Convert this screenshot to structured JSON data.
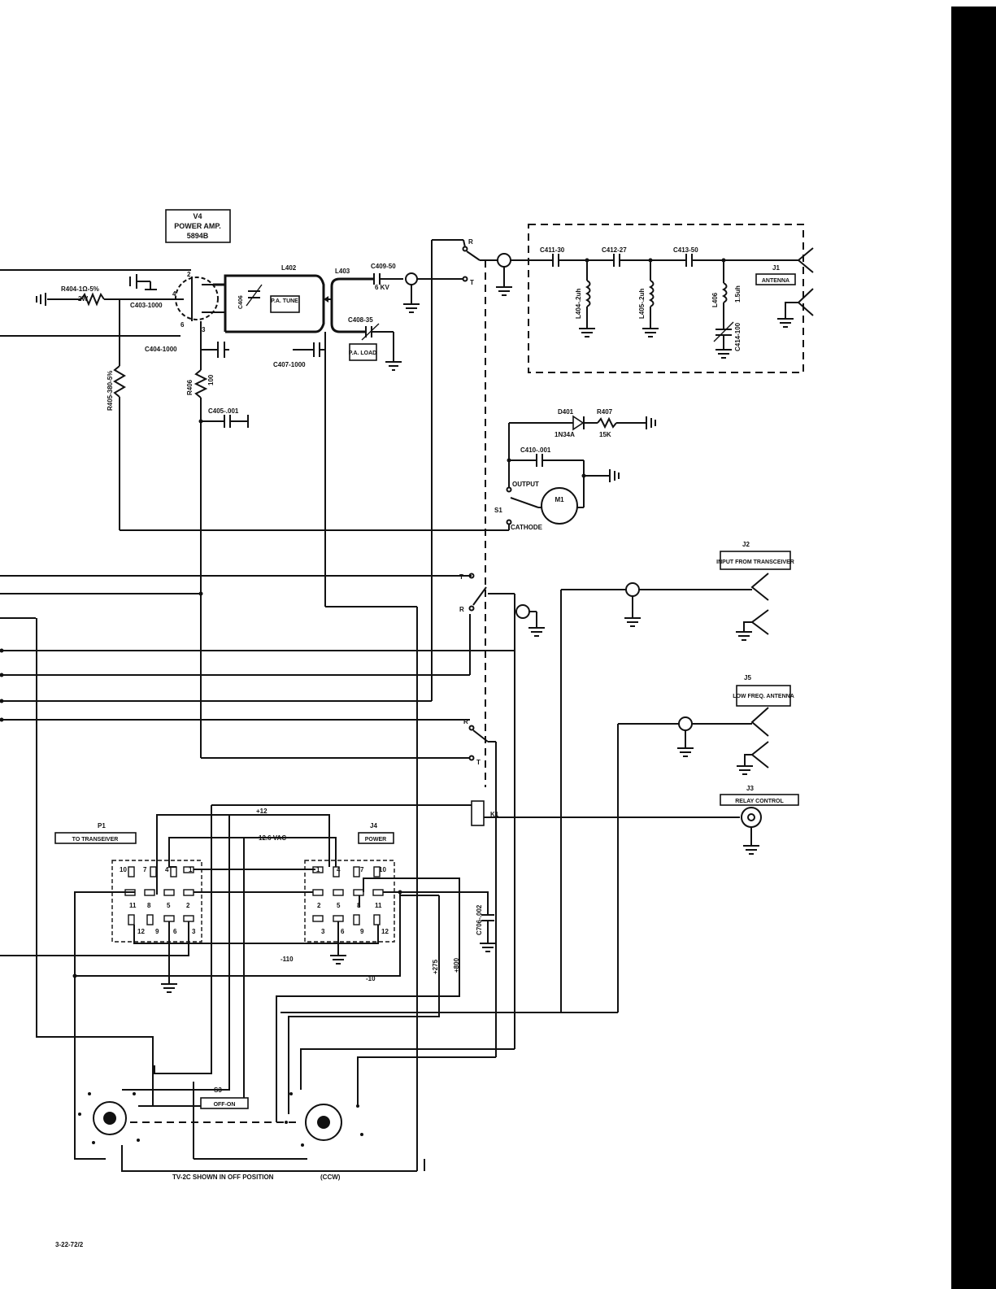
{
  "tube": {
    "ref": "V4",
    "func": "POWER AMP.",
    "type": "5894B"
  },
  "labels": {
    "r404": "R404-1Ω-5%",
    "r404_w": "2W",
    "c403": "C403-1000",
    "c404": "C404-1000",
    "c405": "C405-.001",
    "r405": "R405-380-5%",
    "r406": "R406",
    "r406_v": "100",
    "c406": "C406",
    "l402": "L402",
    "pa_tune": "P.A. TUNE",
    "l403": "L403",
    "c409": "C409-50",
    "c409_v": "6 KV",
    "c408": "C408-35",
    "pa_load": "P.A. LOAD",
    "c407": "C407-1000",
    "c411": "C411-30",
    "c412": "C412-27",
    "c413": "C413-50",
    "l404": "L404-.2uh",
    "l405": "L405-.2uh",
    "l406": "L406",
    "l406_v": "1.5uh",
    "c414": "C414-100",
    "j1": "J1",
    "antenna": "ANTENNA",
    "d401": "D401",
    "d401_type": "1N34A",
    "r407": "R407",
    "r407_v": "15K",
    "c410": "C410-.001",
    "output": "OUTPUT",
    "cathode": "CATHODE",
    "s1": "S1",
    "m1": "M1",
    "j2": "J2",
    "j2_box": "INPUT FROM TRANSCEIVER",
    "j5": "J5",
    "j5_box": "LOW FREQ. ANTENNA",
    "j3": "J3",
    "j3_box": "RELAY CONTROL",
    "k1": "K1",
    "p1": "P1",
    "p1_box": "TO TRANSEIVER",
    "j4": "J4",
    "j4_box": "POWER",
    "plus12": "+12",
    "vac": "12.6 VAC",
    "minus110": "-110",
    "minus10": "-10",
    "plus275": "+275",
    "plus800": "+800",
    "c706": "C706-.002",
    "s3": "S3",
    "s3_box": "OFF-ON",
    "caption": "TV-2C SHOWN IN OFF POSITION",
    "ccw": "(CCW)",
    "docid": "3-22-72/2",
    "pin_10": "10",
    "pin_7": "7",
    "pin_4": "4",
    "pin_1": "1",
    "pin_11": "11",
    "pin_8": "8",
    "pin_5": "5",
    "pin_2": "2",
    "pin_12": "12",
    "pin_9": "9",
    "pin_6": "6",
    "pin_3": "3",
    "tube_pin_2": "2",
    "tube_pin_4": "4",
    "tube_pin_6": "6",
    "tube_pin_3": "3",
    "r": "R",
    "t": "T"
  }
}
